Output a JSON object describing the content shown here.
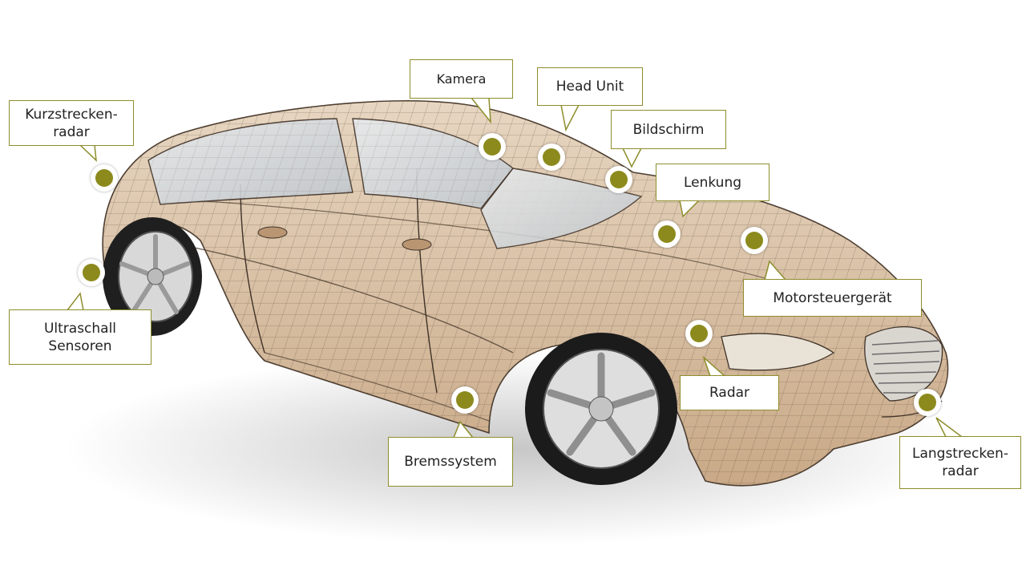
{
  "colors": {
    "accent": "#8c8a1c",
    "label_border": "#8e8d2c",
    "car_body": "#d9c2a5",
    "mesh": "#5b4a3a"
  },
  "labels": {
    "kamera": "Kamera",
    "head_unit": "Head Unit",
    "bildschirm": "Bildschirm",
    "lenkung": "Lenkung",
    "kurzstreckenradar": "Kurzstrecken-\nradar",
    "ultraschall": "Ultraschall\nSensoren",
    "motorsteuergeraet": "Motorsteuergerät",
    "radar": "Radar",
    "bremssystem": "Bremssystem",
    "langstreckenradar": "Langstrecken-\nradar"
  }
}
